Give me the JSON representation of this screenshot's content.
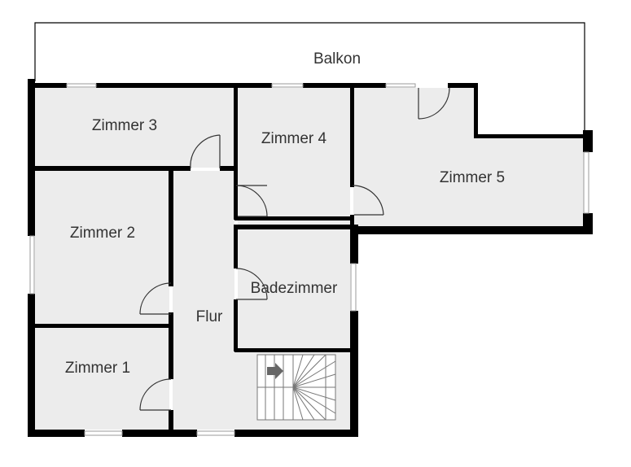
{
  "rooms": {
    "balkon": "Balkon",
    "zimmer3": "Zimmer 3",
    "zimmer4": "Zimmer 4",
    "zimmer5": "Zimmer 5",
    "zimmer2": "Zimmer 2",
    "badezimmer": "Badezimmer",
    "flur": "Flur",
    "zimmer1": "Zimmer 1"
  },
  "colors": {
    "wall": "#000000",
    "floor": "#ececec",
    "label": "#333333"
  },
  "icons": {
    "stair_arrow": "arrow-right-icon"
  }
}
